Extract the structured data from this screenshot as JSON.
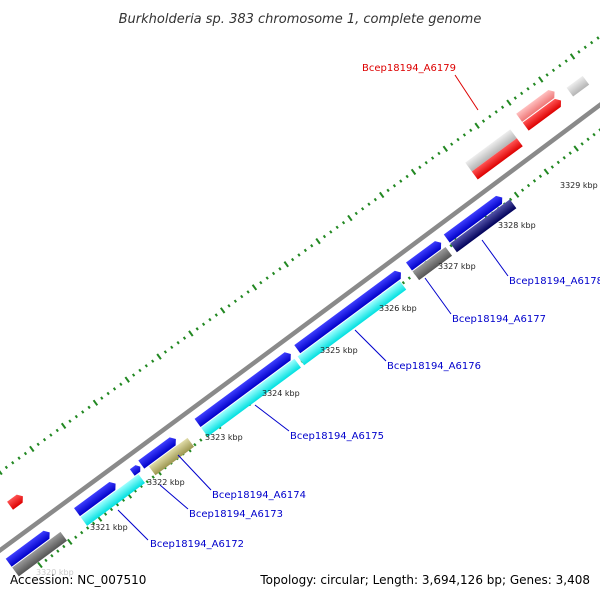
{
  "title": "Burkholderia sp. 383 chromosome 1, complete genome",
  "footer": {
    "accession": "Accession: NC_007510",
    "summary": "Topology: circular; Length: 3,694,126 bp; Genes: 3,408"
  },
  "ticks": [
    "3320 kbp",
    "3321 kbp",
    "3322 kbp",
    "3323 kbp",
    "3324 kbp",
    "3325 kbp",
    "3326 kbp",
    "3327 kbp",
    "3328 kbp",
    "3329 kbp"
  ],
  "gene_labels": [
    {
      "id": "Bcep18194_A6172",
      "color": "#0000cc"
    },
    {
      "id": "Bcep18194_A6173",
      "color": "#0000cc"
    },
    {
      "id": "Bcep18194_A6174",
      "color": "#0000cc"
    },
    {
      "id": "Bcep18194_A6175",
      "color": "#0000cc"
    },
    {
      "id": "Bcep18194_A6176",
      "color": "#0000cc"
    },
    {
      "id": "Bcep18194_A6177",
      "color": "#0000cc"
    },
    {
      "id": "Bcep18194_A6178",
      "color": "#0000cc"
    },
    {
      "id": "Bcep18194_A6179",
      "color": "#dd0000"
    }
  ],
  "colors": {
    "backbone": "#888888",
    "cds": "#0000ee",
    "rna": "#00ffff",
    "gray": "#777777",
    "navy": "#00007a",
    "olive": "#b4ae6c",
    "highlight": "#ff0000",
    "highlight_light": "#ff9999",
    "tick": "#228822"
  }
}
